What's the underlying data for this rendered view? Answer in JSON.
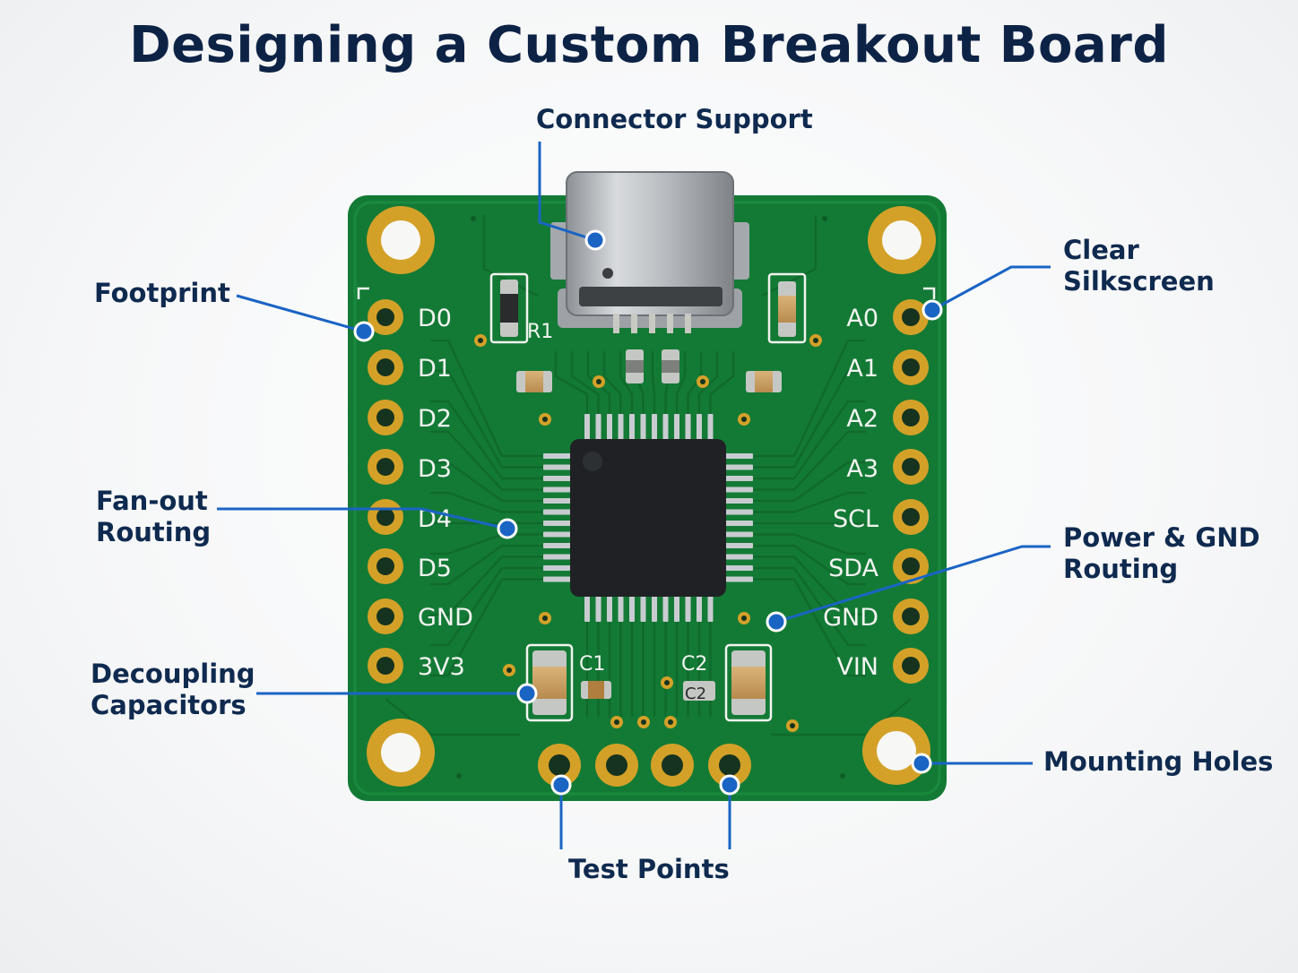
{
  "title": "Designing a Custom Breakout Board",
  "colors": {
    "board": "#137a35",
    "copper": "#d4a128",
    "callout": "#1a64c4",
    "title": "#0d2346",
    "silkscreen": "#f2f4f0",
    "chip": "#1f2124"
  },
  "callouts": {
    "connector": "Connector Support",
    "footprint": "Footprint",
    "silkscreen_line1": "Clear",
    "silkscreen_line2": "Silkscreen",
    "fanout_line1": "Fan-out",
    "fanout_line2": "Routing",
    "power_line1": "Power & GND",
    "power_line2": "Routing",
    "decoupling_line1": "Decoupling",
    "decoupling_line2": "Capacitors",
    "mounting": "Mounting Holes",
    "testpoints": "Test Points"
  },
  "board": {
    "left_pins": [
      "D0",
      "D1",
      "D2",
      "D3",
      "D4",
      "D5",
      "GND",
      "3V3"
    ],
    "right_pins": [
      "A0",
      "A1",
      "A2",
      "A3",
      "SCL",
      "SDA",
      "GND",
      "VIN"
    ],
    "resistor_label": "R1",
    "cap1_label": "C1",
    "cap2_label": "C2",
    "cap2_pad_label": "C2"
  }
}
